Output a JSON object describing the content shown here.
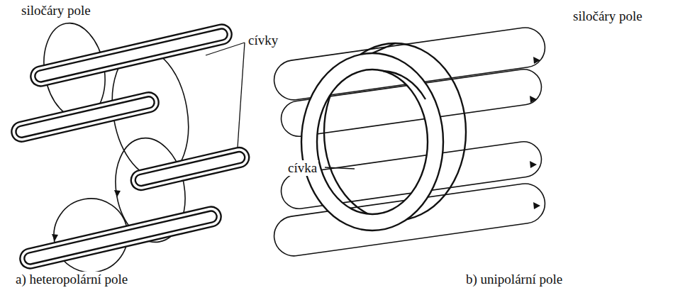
{
  "diagram": {
    "labels": [
      "siločáry pole",
      "cívky",
      "siločáry pole",
      "cívka",
      "a) heteropolární pole",
      "b) unipolární pole"
    ]
  }
}
